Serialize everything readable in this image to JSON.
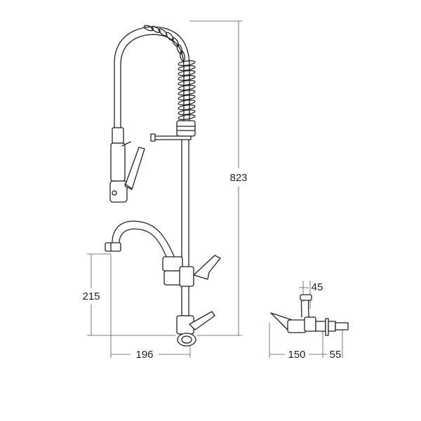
{
  "dimensions": {
    "height_total": "823",
    "outlet_height": "215",
    "spout_reach": "196",
    "side_depth": "150",
    "side_offset": "45",
    "side_tail": "55"
  }
}
